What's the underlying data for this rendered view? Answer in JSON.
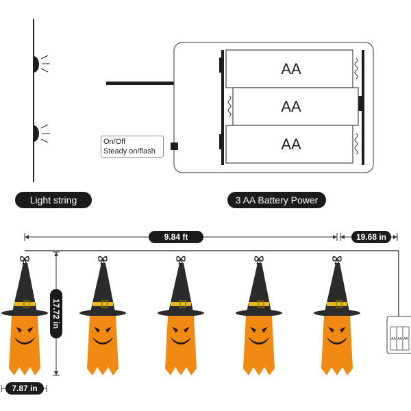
{
  "labels": {
    "light_string": "Light string",
    "battery_power": "3 AA Battery Power",
    "switch_on_off": "On/Off",
    "switch_mode": "Steady on/flash"
  },
  "battery_cells": [
    "AA",
    "AA",
    "AA"
  ],
  "mini_battery_cells": [
    "AA",
    "AA",
    "AA"
  ],
  "dimensions": {
    "string_length": "9.84 ft",
    "lead_length": "19.68 in",
    "hat_height": "17.72 in",
    "hat_width": "7.87 in"
  },
  "colors": {
    "orange": "#f18a12",
    "hat": "#2b2b2b",
    "band": "#e6b81e",
    "pill": "#1b1b1b"
  },
  "icons": [
    "bow-icon",
    "witch-hat-icon",
    "jack-o-lantern-face-icon"
  ]
}
